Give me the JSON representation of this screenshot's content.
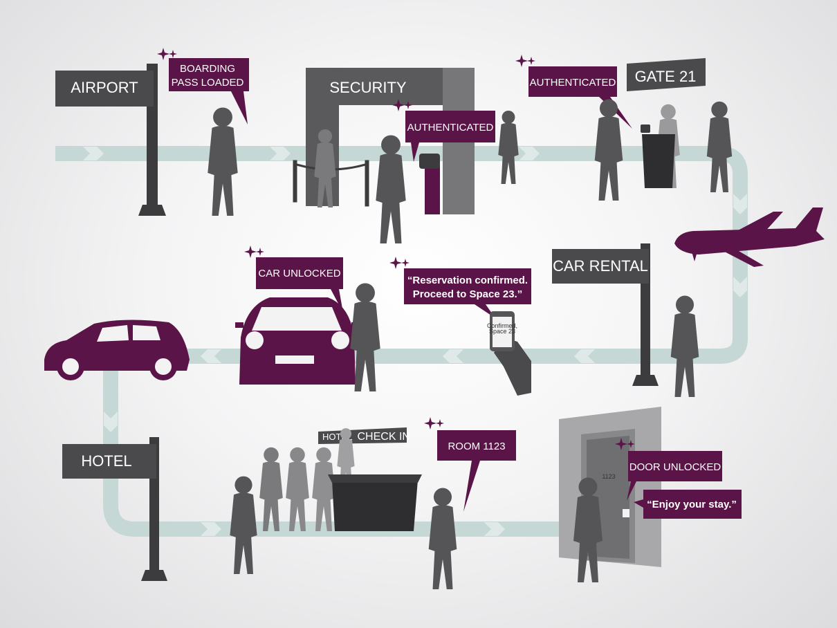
{
  "signs": {
    "airport": "AIRPORT",
    "security": "SECURITY",
    "gate": "GATE 21",
    "car_rental": "CAR RENTAL",
    "hotel": "HOTEL",
    "hotel_check_in_small": "HOTEL",
    "hotel_check_in": "CHECK IN"
  },
  "callouts": {
    "boarding_line1": "BOARDING",
    "boarding_line2": "PASS LOADED",
    "security_auth": "AUTHENTICATED",
    "gate_auth": "AUTHENTICATED",
    "car_unlocked": "CAR UNLOCKED",
    "reservation_line1": "“Reservation confirmed.",
    "reservation_line2": "Proceed to Space 23.”",
    "room": "ROOM 1123",
    "door_unlocked": "DOOR UNLOCKED",
    "enjoy": "“Enjoy your stay.”"
  },
  "phone_screen": {
    "line1": "Confirmed,",
    "line2": "Space 23"
  },
  "door_number": "1123",
  "colors": {
    "accent_purple": "#5b1447",
    "sign_gray": "#4a4a4c",
    "path_teal": "#c5d8d6",
    "silhouette": "#555557"
  }
}
